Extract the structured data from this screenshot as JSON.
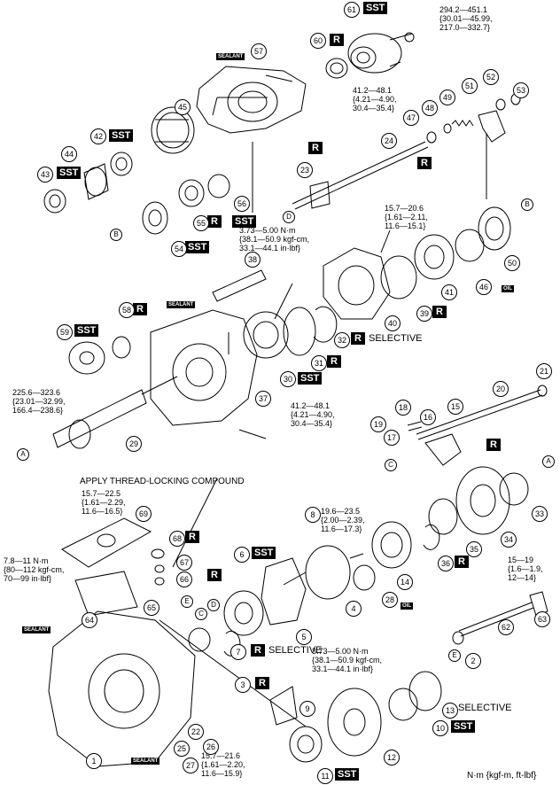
{
  "footer_units": "N·m {kgf-m, ft-lbf}",
  "apply_note": "APPLY THREAD-LOCKING COMPOUND",
  "torques": {
    "t61": "294.2—451.1\n{30.01—45.99,\n217.0—332.7}",
    "t_top_mid": "41.2—48.1\n{4.21—4.90,\n30.4—35.4}",
    "t_cover": "15.7—20.6\n{1.61—2.11,\n11.6—15.1}",
    "t_small": "3.73—5.00 N·m\n{38.1—50.9 kgf-cm,\n33.1—44.1 in·lbf}",
    "t59": "225.6—323.6\n{23.01—32.99,\n166.4—238.6}",
    "t37": "41.2—48.1\n{4.21—4.90,\n30.4—35.4}",
    "t69": "15.7—22.5\n{1.61—2.29,\n11.6—16.5}",
    "t8": "19.6—23.5\n{2.00—2.39,\n11.6—17.3}",
    "t64": "7.8—11 N·m\n{80—112 kgf-cm,\n70—99 in·lbf}",
    "t63": "15—19\n{1.6—1.9,\n12—14}",
    "t9": "3.73—5.00 N·m\n{38.1—50.9 kgf-cm,\n33.1—44.1 in·lbf}",
    "t27": "15.7—21.6\n{1.61—2.20,\n11.6—15.9}"
  },
  "labels": {
    "sst": "SST",
    "r": "R",
    "selective": "SELECTIVE",
    "sealant": "SEALANT",
    "oil": "OIL"
  },
  "parts": [
    "61",
    "60",
    "57",
    "45",
    "42",
    "43",
    "44",
    "24",
    "23",
    "47",
    "48",
    "49",
    "51",
    "52",
    "53",
    "55",
    "56",
    "54",
    "38",
    "41",
    "40",
    "39",
    "46",
    "50",
    "58",
    "59",
    "32",
    "31",
    "30",
    "37",
    "29",
    "21",
    "20",
    "15",
    "16",
    "18",
    "19",
    "17",
    "33",
    "34",
    "35",
    "36",
    "8",
    "6",
    "14",
    "28",
    "4",
    "5",
    "69",
    "68",
    "67",
    "66",
    "65",
    "64",
    "63",
    "62",
    "2",
    "3",
    "7",
    "9",
    "13",
    "10",
    "12",
    "11",
    "22",
    "25",
    "26",
    "27",
    "1"
  ],
  "letters": [
    "A",
    "B",
    "C",
    "D",
    "E"
  ]
}
